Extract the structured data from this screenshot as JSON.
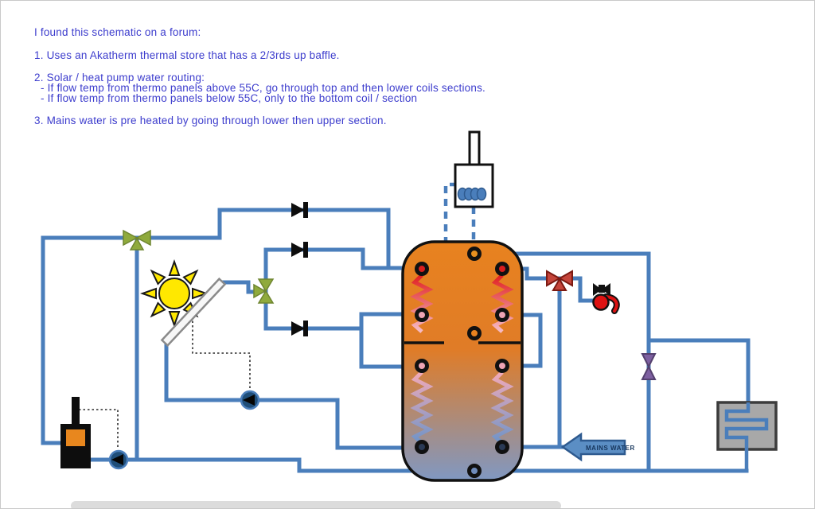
{
  "notes": {
    "intro": "I found this schematic on a forum:",
    "item1": "1. Uses an Akatherm thermal store that has a 2/3rds up baffle.",
    "item2": "2. Solar / heat pump water routing:",
    "item2a": " - If flow temp from thermo panels above 55C, go through top and then lower coils sections.",
    "item2b": " - If flow temp from thermo panels below 55C, only to the bottom coil / section",
    "item3": "3. Mains water is pre heated by going through lower then upper section."
  },
  "diagram": {
    "mains_water_label": "MAINS WATER",
    "colors": {
      "pipe_blue": "#4a7ebb",
      "text_blue": "#3c3ccd",
      "tank_top_orange": "#e8821f",
      "tank_bottom_blue": "#8098c2",
      "valve_green": "#8faa3c",
      "valve_red": "#c4443a",
      "valve_purple": "#7d5fa0",
      "check_valve_black": "#0d0d0d",
      "sun_yellow": "#ffe800",
      "stove_window_orange": "#e8871e",
      "radiator_gray": "#a8a8a8",
      "mains_arrow_blue": "#5b8ec4"
    }
  }
}
